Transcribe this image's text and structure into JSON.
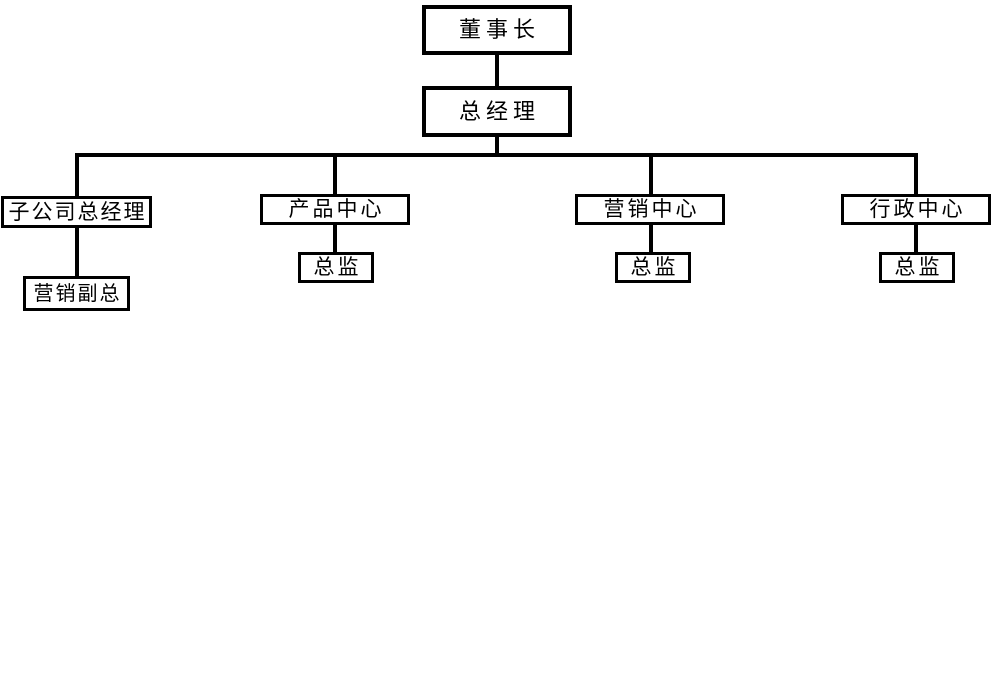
{
  "diagram": {
    "type": "org-chart",
    "colors": {
      "background": "#ffffff",
      "line": "#000000",
      "box_border": "#000000",
      "text": "#000000"
    },
    "nodes": {
      "chairman": {
        "label": "董事长"
      },
      "general_manager": {
        "label": "总经理"
      },
      "subsidiary_gm": {
        "label": "子公司总经理"
      },
      "product_center": {
        "label": "产品中心"
      },
      "marketing_center": {
        "label": "营销中心"
      },
      "admin_center": {
        "label": "行政中心"
      },
      "marketing_vp": {
        "label": "营销副总"
      },
      "director_product": {
        "label": "总监"
      },
      "director_marketing": {
        "label": "总监"
      },
      "director_admin": {
        "label": "总监"
      }
    },
    "hierarchy": [
      {
        "parent": "董事长",
        "child": "总经理"
      },
      {
        "parent": "总经理",
        "child": "子公司总经理"
      },
      {
        "parent": "总经理",
        "child": "产品中心"
      },
      {
        "parent": "总经理",
        "child": "营销中心"
      },
      {
        "parent": "总经理",
        "child": "行政中心"
      },
      {
        "parent": "子公司总经理",
        "child": "营销副总"
      },
      {
        "parent": "产品中心",
        "child": "总监"
      },
      {
        "parent": "营销中心",
        "child": "总监"
      },
      {
        "parent": "行政中心",
        "child": "总监"
      }
    ]
  }
}
